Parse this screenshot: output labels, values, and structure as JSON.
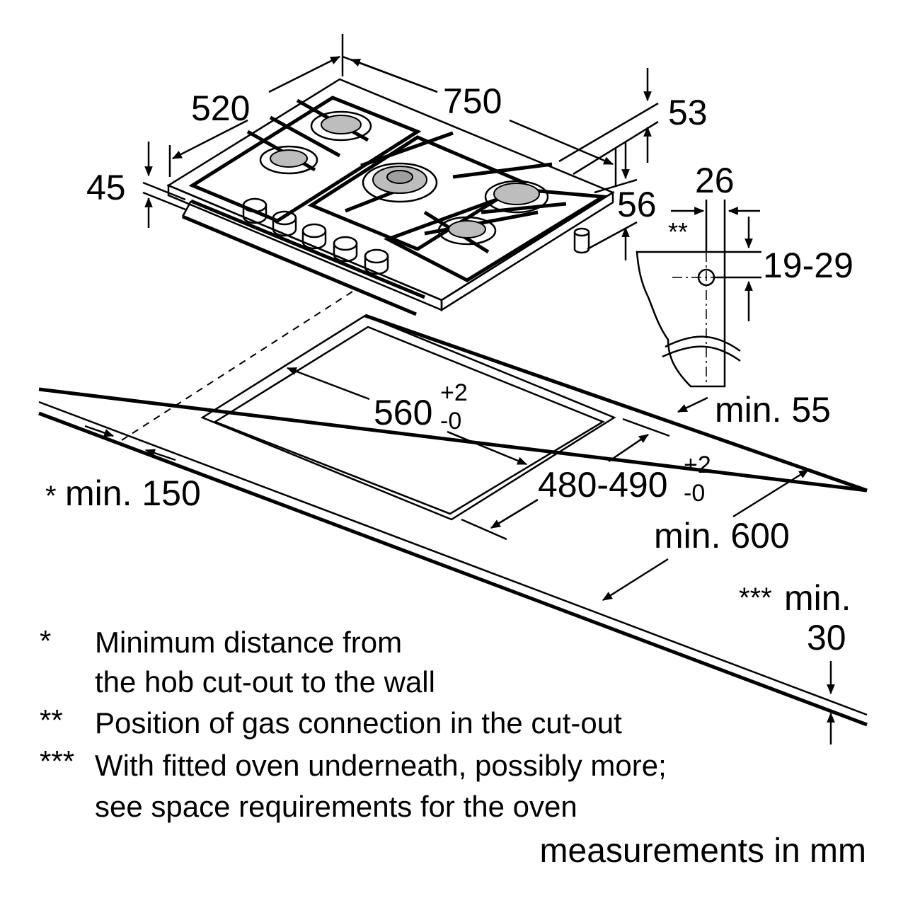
{
  "dimensions": {
    "depth": "520",
    "width": "750",
    "height_front": "45",
    "height_rear": "53",
    "connector_height": "56",
    "connector_offset": "26",
    "connector_marker": "**",
    "connector_depth": "19-29",
    "cutout_width": "560",
    "cutout_width_tol_plus": "+2",
    "cutout_width_tol_minus": "-0",
    "cutout_depth": "480-490",
    "cutout_depth_tol_plus": "+2",
    "cutout_depth_tol_minus": "-0",
    "min_side": "min. 55",
    "min_wall_marker": "*",
    "min_wall": "min. 150",
    "min_worktop_depth": "min. 600",
    "min_thickness_marker": "***",
    "min_thickness_label": "min.",
    "min_thickness_value": "30"
  },
  "notes": [
    {
      "mark": "*",
      "lines": [
        "Minimum distance from",
        "the hob cut-out to the wall"
      ]
    },
    {
      "mark": "**",
      "lines": [
        "Position of gas connection in the cut-out"
      ]
    },
    {
      "mark": "***",
      "lines": [
        "With fitted oven underneath, possibly more;",
        "see space requirements for the oven"
      ]
    }
  ],
  "units_label": "measurements in mm"
}
